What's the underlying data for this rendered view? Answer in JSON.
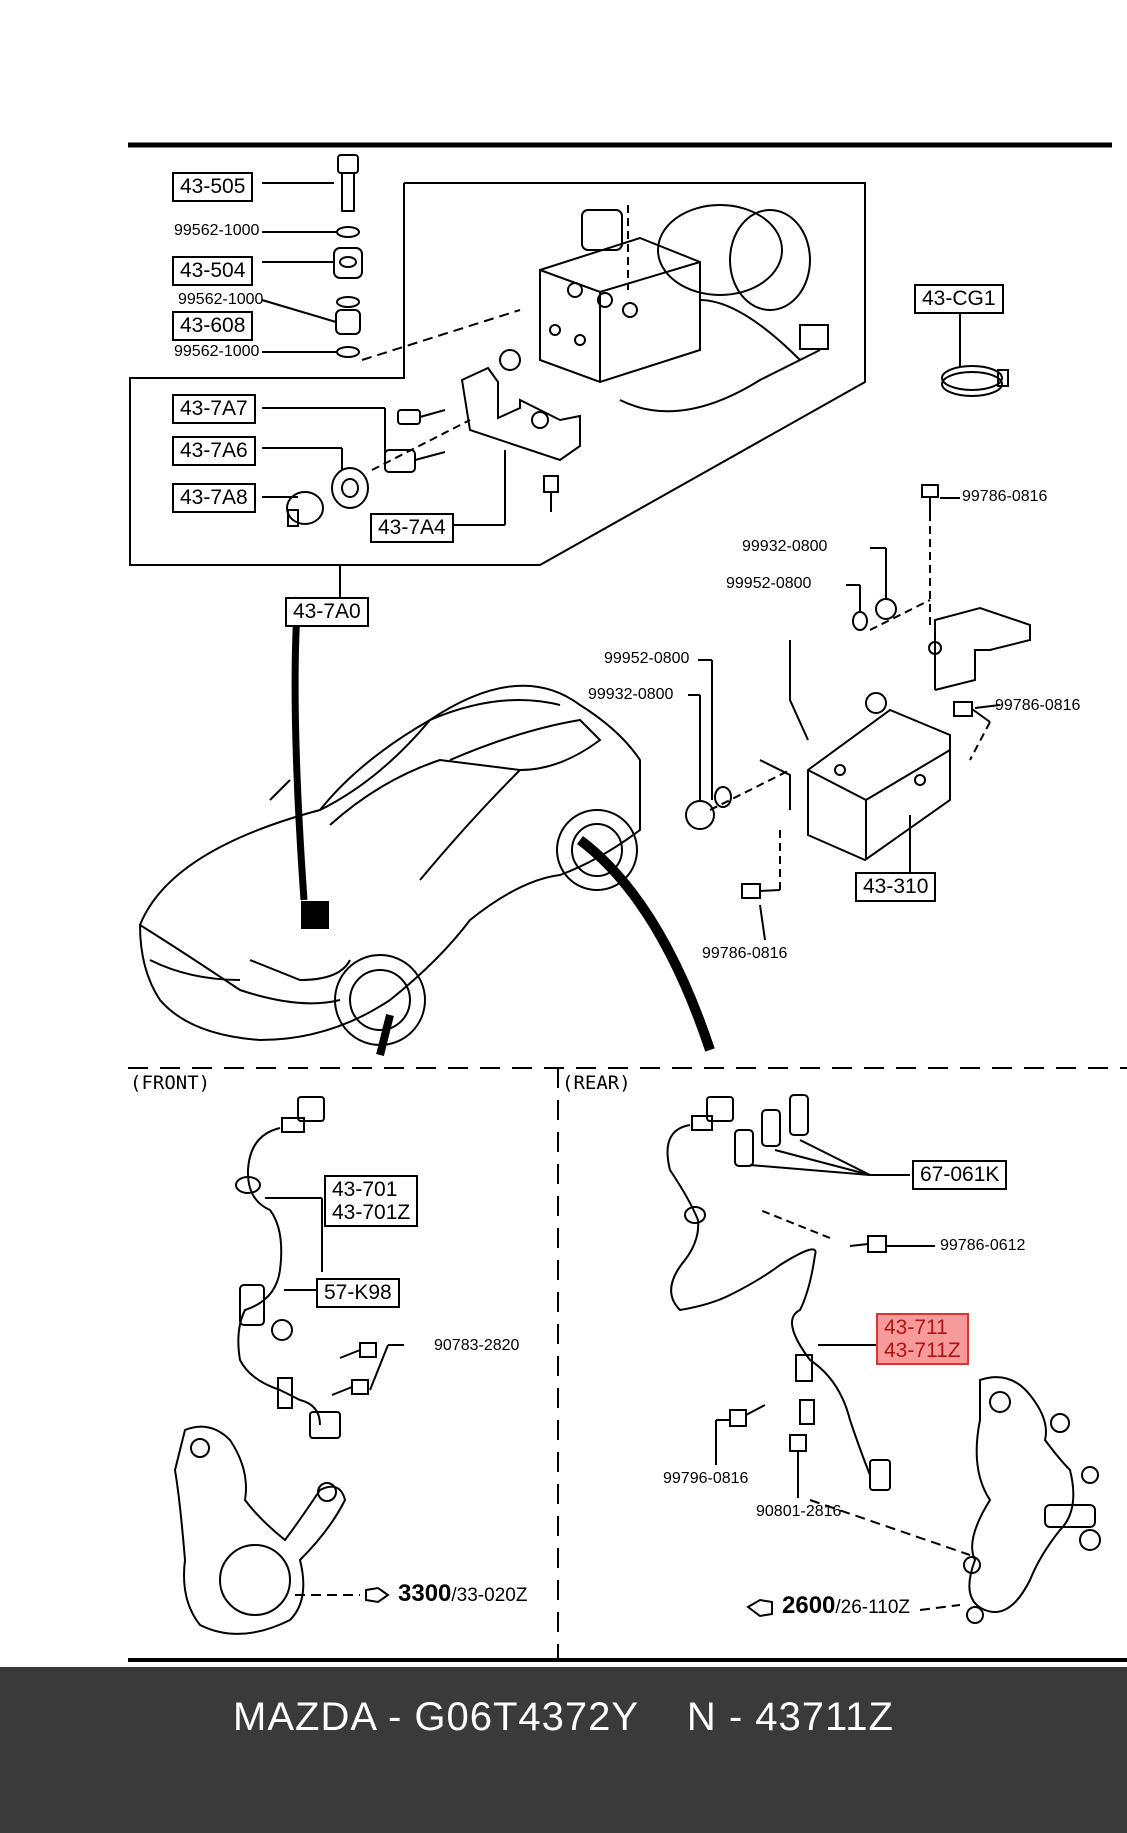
{
  "parts": {
    "p43_505": "43-505",
    "p99562_1000_a": "99562-1000",
    "p43_504": "43-504",
    "p99562_1000_b": "99562-1000",
    "p43_608": "43-608",
    "p99562_1000_c": "99562-1000",
    "p43_7A7": "43-7A7",
    "p43_7A6": "43-7A6",
    "p43_7A8": "43-7A8",
    "p43_7A4": "43-7A4",
    "p43_7A0": "43-7A0",
    "p43_CG1": "43-CG1",
    "p99786_0816_a": "99786-0816",
    "p99932_0800_a": "99932-0800",
    "p99952_0800_a": "99952-0800",
    "p99952_0800_b": "99952-0800",
    "p99932_0800_b": "99932-0800",
    "p99786_0816_b": "99786-0816",
    "p43_310": "43-310",
    "p99786_0816_c": "99786-0816",
    "p43_701": "43-701",
    "p43_701Z": "43-701Z",
    "p57_K98": "57-K98",
    "p90783_2820": "90783-2820",
    "p67_061K": "67-061K",
    "p99786_0612": "99786-0612",
    "p43_711": "43-711",
    "p43_711Z": "43-711Z",
    "p99796_0816": "99796-0816",
    "p90801_2816": "90801-2816"
  },
  "sections": {
    "front": "(FRONT)",
    "rear": "(REAR)"
  },
  "refs": {
    "front_main": "3300",
    "front_sub": "/33-020Z",
    "rear_main": "2600",
    "rear_sub": "/26-110Z"
  },
  "footer": {
    "text": "MAZDA - G06T4372Y    N - 43711Z"
  },
  "colors": {
    "highlight_fill": "#f79a9a",
    "highlight_border": "#d83434",
    "footer_bg": "#3a3a3a",
    "footer_text": "#ffffff"
  }
}
